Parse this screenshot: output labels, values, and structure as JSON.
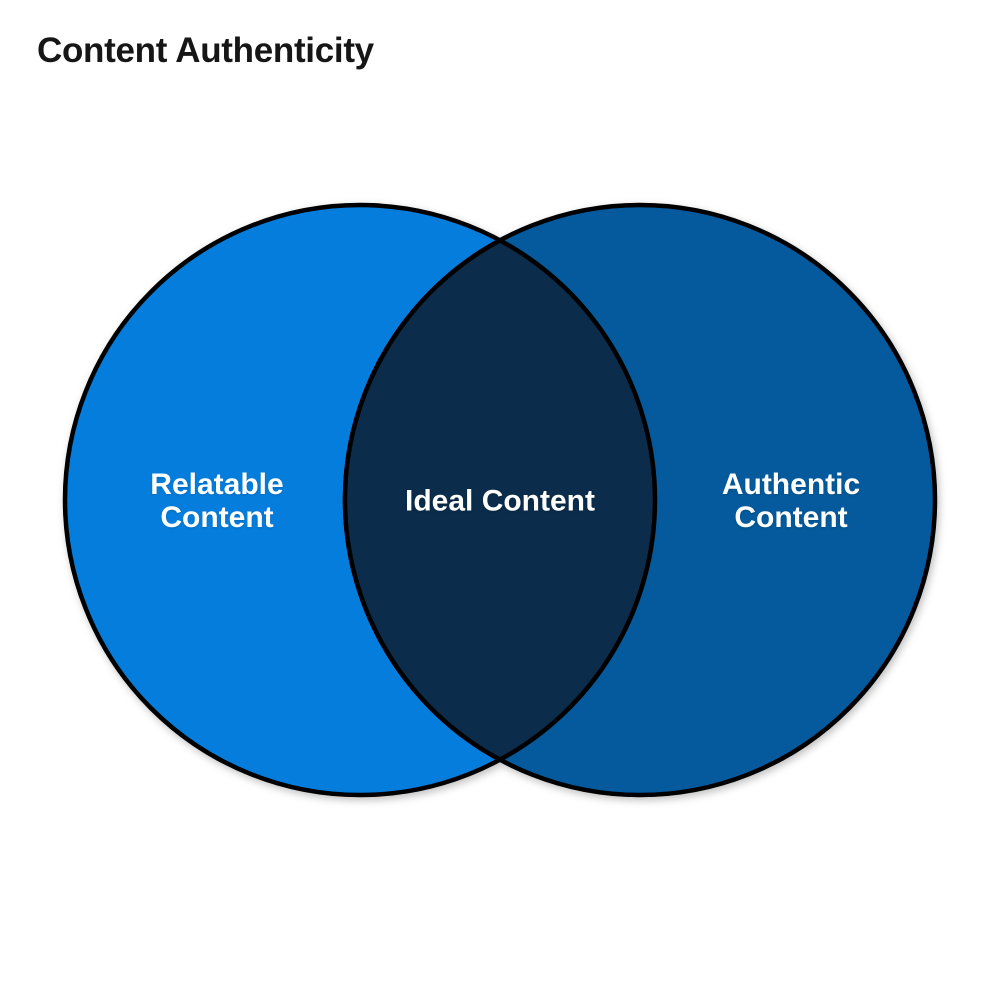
{
  "title": "Content Authenticity",
  "title_color": "#161616",
  "diagram": {
    "type": "venn",
    "background_color": "#FFFFFF",
    "outline_color": "#000000",
    "label_text_color": "#FFFFFF",
    "left_circle": {
      "label": "Relatable Content",
      "color": "#057DDC"
    },
    "right_circle": {
      "label": "Authentic Content",
      "color": "#045A9C"
    },
    "intersection": {
      "label": "Ideal Content",
      "color": "#0B2C4A"
    }
  }
}
